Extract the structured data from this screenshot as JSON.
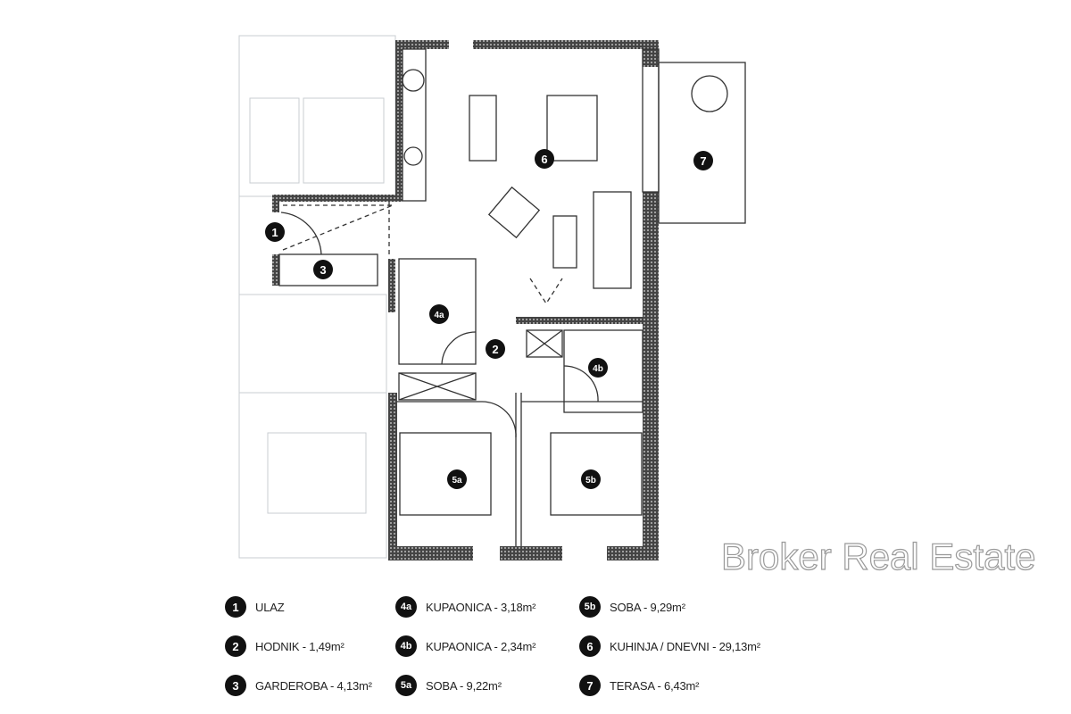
{
  "plan_markers": [
    "1",
    "2",
    "3",
    "4a",
    "4b",
    "5a",
    "5b",
    "6",
    "7"
  ],
  "legend": [
    {
      "badge": "1",
      "label": "ULAZ"
    },
    {
      "badge": "2",
      "label": "HODNIK - 1,49m²"
    },
    {
      "badge": "3",
      "label": "GARDEROBA - 4,13m²"
    },
    {
      "badge": "4a",
      "label": "KUPAONICA - 3,18m²"
    },
    {
      "badge": "4b",
      "label": "KUPAONICA - 2,34m²"
    },
    {
      "badge": "5a",
      "label": "SOBA - 9,22m²"
    },
    {
      "badge": "5b",
      "label": "SOBA - 9,29m²"
    },
    {
      "badge": "6",
      "label": "KUHINJA / DNEVNI - 29,13m²"
    },
    {
      "badge": "7",
      "label": "TERASA - 6,43m²"
    }
  ],
  "watermark": "Broker Real Estate",
  "colors": {
    "wall": "#222222",
    "ghost": "#c8cdd2",
    "marker": "#111111"
  }
}
